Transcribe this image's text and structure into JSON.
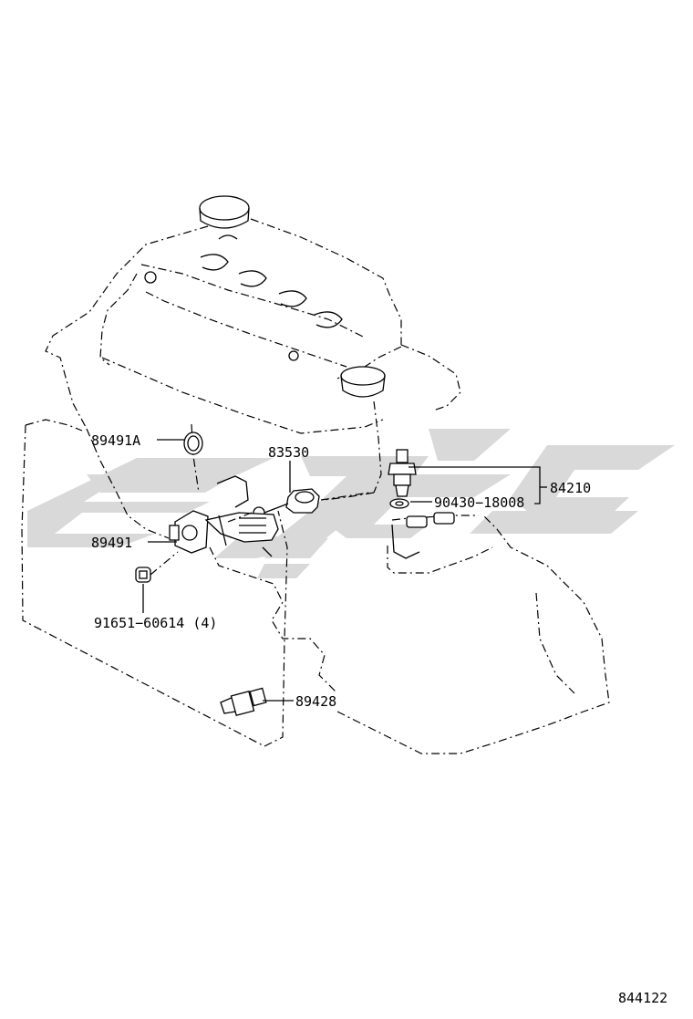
{
  "diagram": {
    "labels": {
      "p89491a": "89491A",
      "p83530": "83530",
      "p84210": "84210",
      "p90430": "90430−18008",
      "p89491": "89491",
      "p91651": "91651−60614 (4)",
      "p89428": "89428"
    },
    "code": "844122",
    "colors": {
      "line": "#000000",
      "watermark": "#d9d9d9",
      "background": "#ffffff"
    }
  }
}
